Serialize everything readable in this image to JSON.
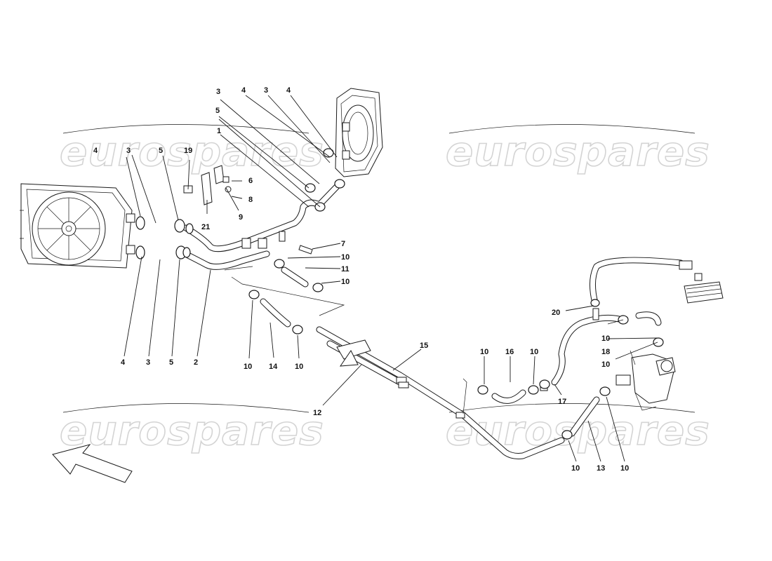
{
  "watermark": {
    "text": "eurospares"
  },
  "callouts": {
    "c1": "1",
    "c2": "2",
    "c3a": "3",
    "c3b": "3",
    "c3c": "3",
    "c3d": "3",
    "c4a": "4",
    "c4b": "4",
    "c4c": "4",
    "c4d": "4",
    "c5a": "5",
    "c5b": "5",
    "c5c": "5",
    "c6": "6",
    "c7": "7",
    "c8": "8",
    "c9": "9",
    "c10a": "10",
    "c10b": "10",
    "c10c": "10",
    "c10d": "10",
    "c10e": "10",
    "c10f": "10",
    "c10g": "10",
    "c10h": "10",
    "c10i": "10",
    "c10j": "10",
    "c11": "11",
    "c12": "12",
    "c13": "13",
    "c14": "14",
    "c15": "15",
    "c16": "16",
    "c17": "17",
    "c18": "18",
    "c19": "19",
    "c20": "20",
    "c21": "21"
  },
  "icons": {
    "direction": "direction-arrow-icon"
  }
}
